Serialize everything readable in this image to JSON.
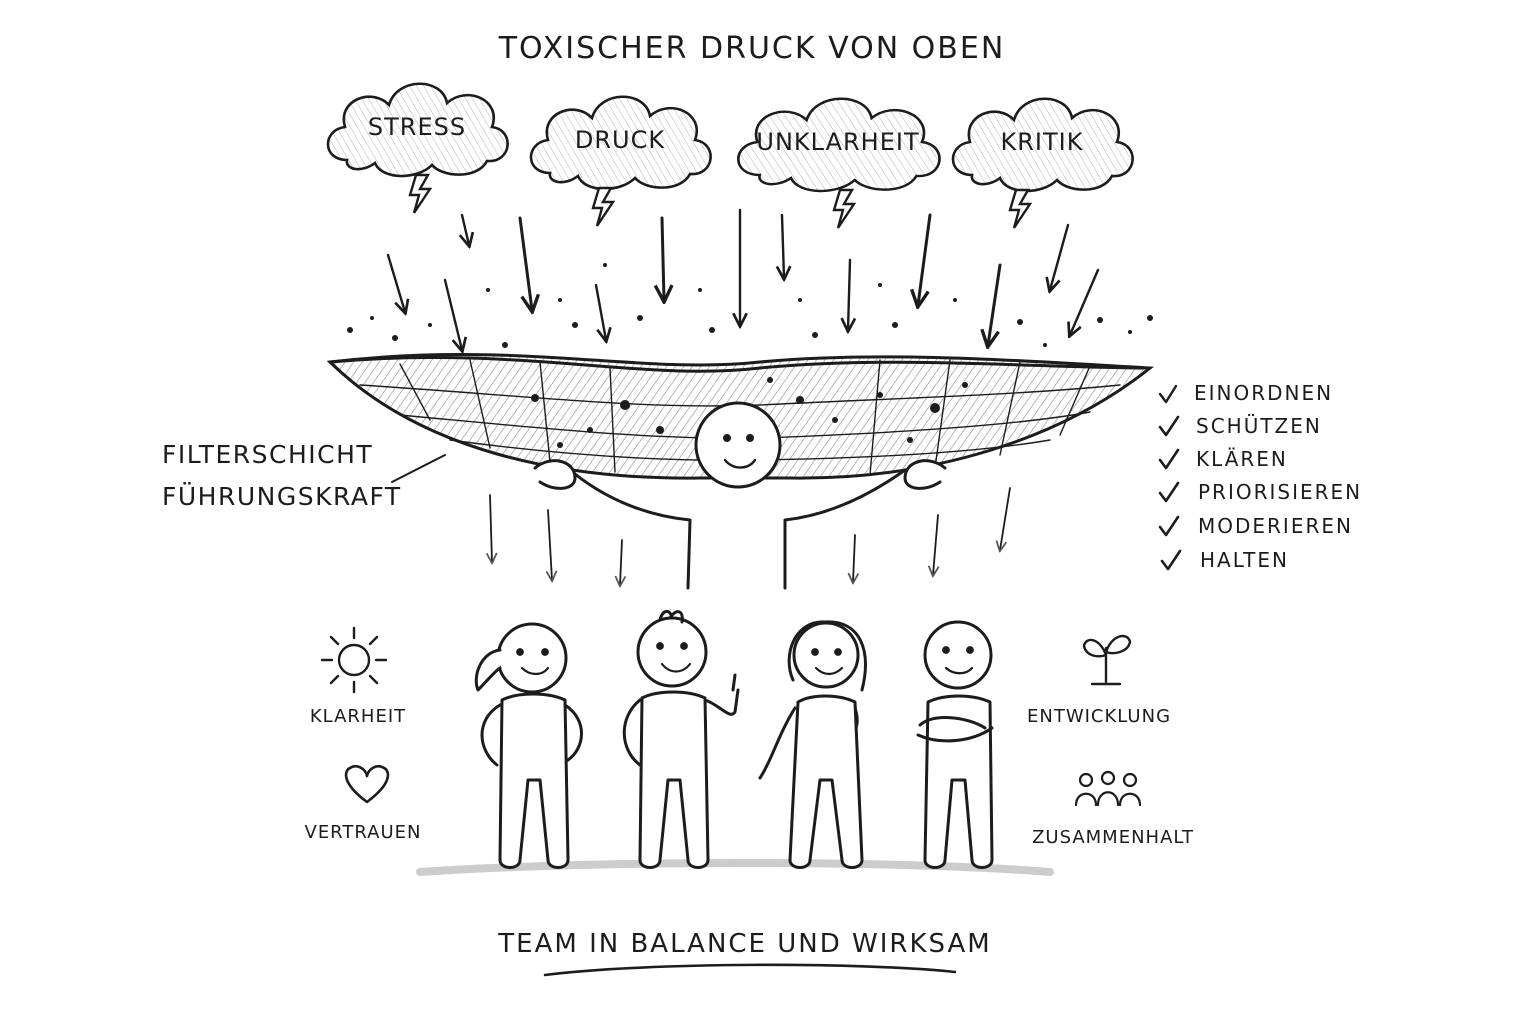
{
  "title": "TOXISCHER DRUCK VON OBEN",
  "clouds": [
    {
      "label": "STRESS"
    },
    {
      "label": "DRUCK"
    },
    {
      "label": "UNKLARHEIT"
    },
    {
      "label": "KRITIK"
    }
  ],
  "filter_label": {
    "line1": "FILTERSCHICHT",
    "line2": "FÜHRUNGSKRAFT"
  },
  "checklist": [
    "EINORDNEN",
    "SCHÜTZEN",
    "KLÄREN",
    "PRIORISIEREN",
    "MODERIEREN",
    "HALTEN"
  ],
  "values_left": [
    {
      "label": "KLARHEIT",
      "icon": "sun-icon"
    },
    {
      "label": "VERTRAUEN",
      "icon": "heart-icon"
    }
  ],
  "values_right": [
    {
      "label": "ENTWICKLUNG",
      "icon": "sprout-icon"
    },
    {
      "label": "ZUSAMMENHALT",
      "icon": "group-icon"
    }
  ],
  "footer": "TEAM IN BALANCE UND WIRKSAM",
  "colors": {
    "ink": "#1c1c1c",
    "background": "#ffffff",
    "shading": "#9a9a9a"
  }
}
